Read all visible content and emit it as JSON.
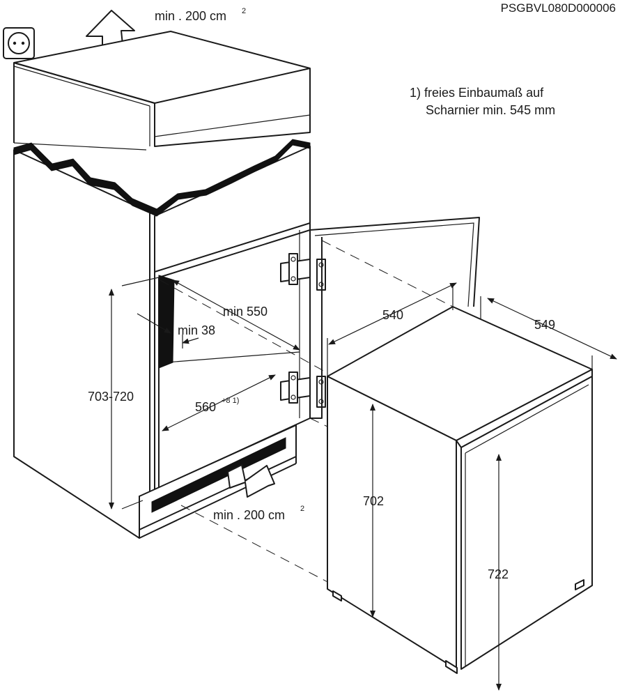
{
  "document_id": "PSGBVL080D000006",
  "footnote": {
    "line1": "1) freies Einbaumaß auf",
    "line2": "Scharnier min. 545 mm"
  },
  "ventilation": {
    "top_label": "min . 200 cm",
    "top_sup": "2",
    "bottom_label": "min . 200 cm",
    "bottom_sup": "2"
  },
  "niche_dimensions": {
    "depth": "min 550",
    "side_gap": "min 38",
    "width": "560",
    "width_sup": "+8 1)",
    "height": "703-720"
  },
  "appliance_dimensions": {
    "width": "540",
    "depth": "549",
    "body_height": "702",
    "total_height": "722"
  },
  "icons": [
    "socket-icon",
    "up-arrow-icon",
    "inflow-arrow-icon"
  ]
}
